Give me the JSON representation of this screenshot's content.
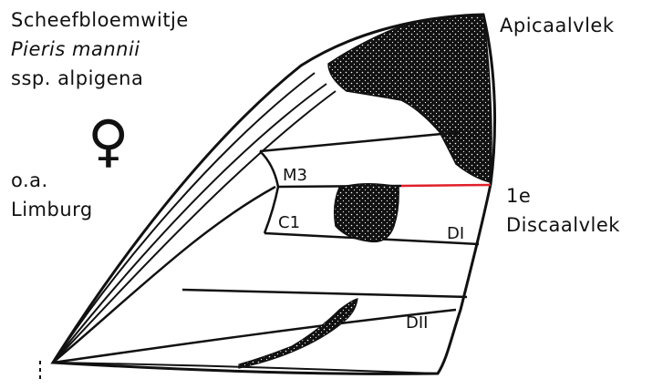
{
  "title_block": {
    "line1": "Scheefbloemwitje",
    "line2": "Pieris mannii",
    "line3": "ssp. alpigena"
  },
  "sex_symbol": "♀",
  "location": {
    "line1": "o.a.",
    "line2": "Limburg"
  },
  "labels": {
    "apical": "Apicaalvlek",
    "discal_line1": "1e",
    "discal_line2": "Discaalvlek",
    "m3": "M3",
    "c1": "C1",
    "d1": "DI",
    "d2": "DII"
  },
  "colors": {
    "ink": "#111111",
    "highlight": "#e0202a",
    "background": "#ffffff"
  }
}
